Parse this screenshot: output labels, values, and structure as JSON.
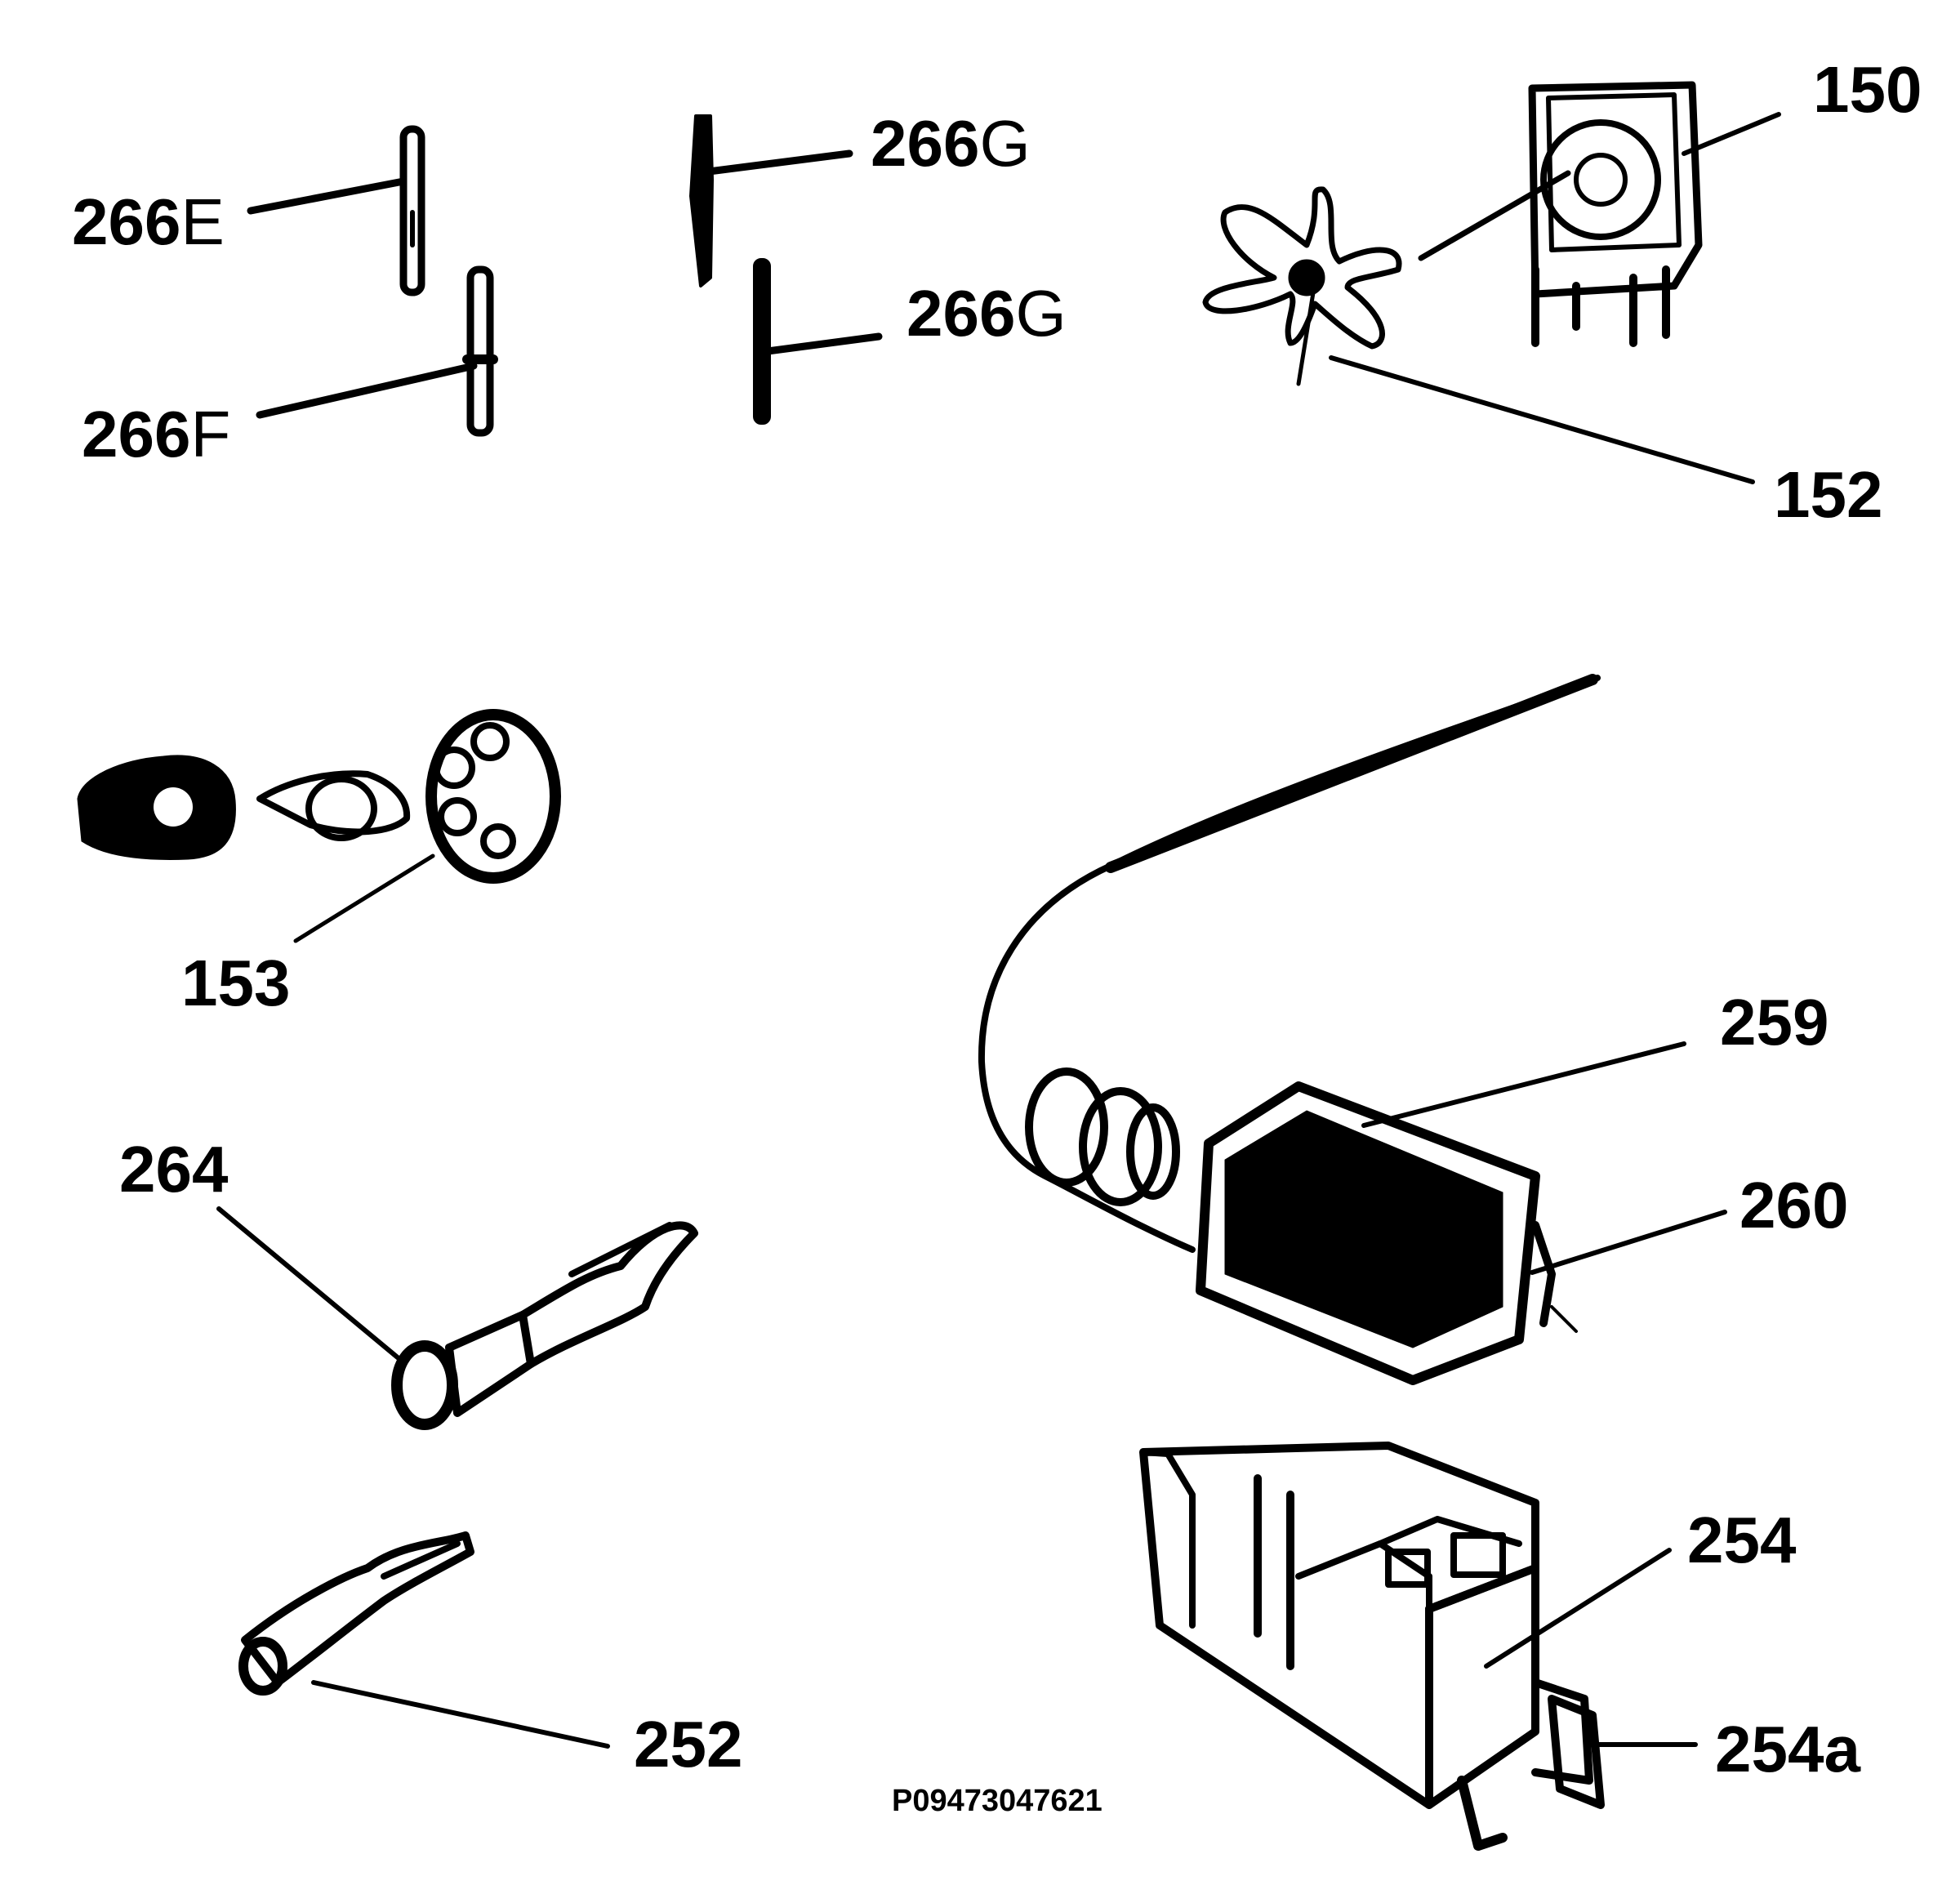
{
  "labels": {
    "l266e": {
      "num": "266",
      "suffix": "E"
    },
    "l266f": {
      "num": "266",
      "suffix": "F"
    },
    "l266g_top": {
      "num": "266",
      "suffix": "G"
    },
    "l266g_bottom": {
      "num": "266",
      "suffix": "G"
    },
    "l150": "150",
    "l152": "152",
    "l153": "153",
    "l264": "264",
    "l259": "259",
    "l260": "260",
    "l254": "254",
    "l254a": "254a",
    "l252": "252"
  },
  "drawing_code": "P09473047621"
}
